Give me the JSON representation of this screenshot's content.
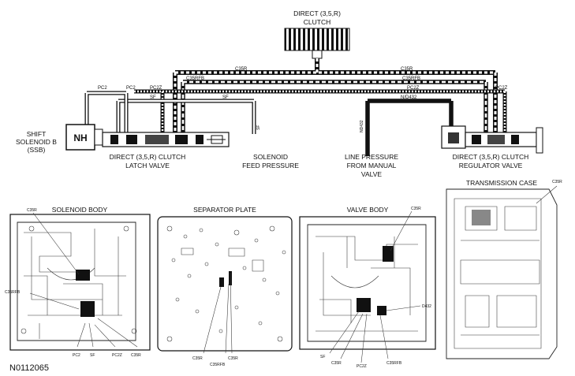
{
  "clutch": {
    "line1": "DIRECT (3,5,R)",
    "line2": "CLUTCH"
  },
  "lines": {
    "c35r_left": "C35R",
    "c35r_right": "C35R",
    "c35rfb_left": "C35RFB",
    "c35rfb_right": "C35RFB",
    "pc2_a": "PC2",
    "pc2_b": "PC2",
    "pc2z_left": "PC2Z",
    "pc2z_right": "PC2Z",
    "pc2z_far": "PC2Z",
    "sf_a": "SF",
    "sf_b": "SF",
    "sf_vert": "SF",
    "nd432": "N/D432",
    "nd432_vert": "ND432"
  },
  "labels": {
    "shift_solenoid": [
      "SHIFT",
      "SOLENOID B",
      "(SSB)"
    ],
    "nh": "NH",
    "latch_valve": [
      "DIRECT (3,5,R) CLUTCH",
      "LATCH VALVE"
    ],
    "solenoid_feed": [
      "SOLENOID",
      "FEED PRESSURE"
    ],
    "line_pressure": [
      "LINE PRESSURE",
      "FROM MANUAL",
      "VALVE"
    ],
    "regulator_valve": [
      "DIRECT (3,5,R) CLUTCH",
      "REGULATOR VALVE"
    ]
  },
  "panels": {
    "solenoid_body": {
      "title": "SOLENOID BODY",
      "callouts": [
        "C35R",
        "C35RFB",
        "PC2",
        "SF",
        "PC2Z",
        "C35R"
      ]
    },
    "separator_plate": {
      "title": "SEPARATOR PLATE",
      "callouts": [
        "C35R",
        "C35RFB",
        "C35R"
      ]
    },
    "valve_body": {
      "title": "VALVE BODY",
      "callouts": [
        "C35R",
        "D432",
        "SF",
        "C35R",
        "PC2Z",
        "C35RFB"
      ]
    },
    "transmission_case": {
      "title": "TRANSMISSION CASE",
      "callouts": [
        "C35R"
      ]
    }
  },
  "figure_id": "N0112065"
}
